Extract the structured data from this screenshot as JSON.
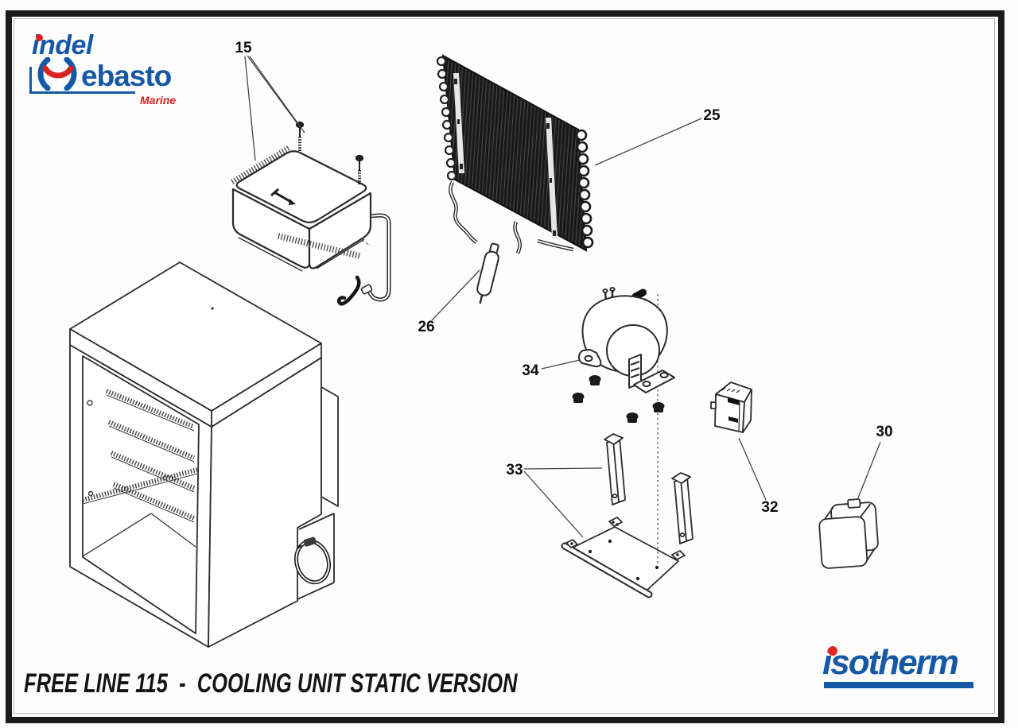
{
  "header": {
    "brand": {
      "line1": "indel",
      "line2": "ebasto",
      "tagline": "Marine"
    }
  },
  "footer": {
    "title": "FREE LINE 115  -  COOLING UNIT STATIC VERSION",
    "brand": "isotherm"
  },
  "diagram": {
    "part_labels": [
      "15",
      "25",
      "26",
      "34",
      "33",
      "32",
      "30"
    ]
  },
  "colors": {
    "brand_blue": "#1558a6",
    "brand_red": "#d8231f",
    "line_ink": "#2b2b2b"
  }
}
